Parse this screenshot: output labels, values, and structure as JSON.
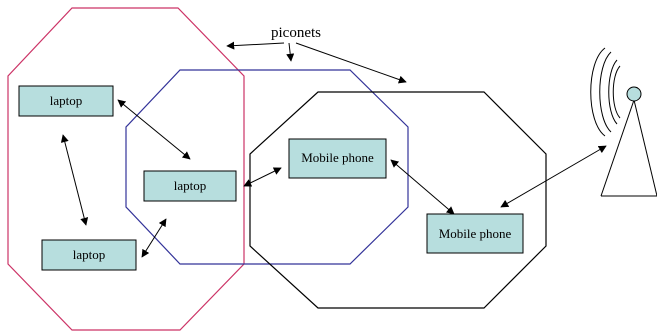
{
  "diagram": {
    "title": "piconets",
    "colors": {
      "node_fill": "#b7dede",
      "node_stroke": "#000000",
      "piconet_left": "#cc3366",
      "piconet_middle": "#333399",
      "piconet_right": "#000000",
      "arrow": "#000000"
    },
    "nodes": [
      {
        "id": "laptop_top",
        "label": "laptop"
      },
      {
        "id": "laptop_center",
        "label": "laptop"
      },
      {
        "id": "laptop_bottom",
        "label": "laptop"
      },
      {
        "id": "mobile_phone_1",
        "label": "Mobile phone"
      },
      {
        "id": "mobile_phone_2",
        "label": "Mobile phone"
      }
    ],
    "connections": [
      {
        "from": "laptop_top",
        "to": "laptop_center"
      },
      {
        "from": "laptop_top",
        "to": "laptop_bottom"
      },
      {
        "from": "laptop_bottom",
        "to": "laptop_center"
      },
      {
        "from": "laptop_center",
        "to": "mobile_phone_1"
      },
      {
        "from": "mobile_phone_1",
        "to": "mobile_phone_2"
      },
      {
        "from": "mobile_phone_2",
        "to": "access_point"
      }
    ],
    "icons": [
      "access-point-tower-icon"
    ]
  }
}
